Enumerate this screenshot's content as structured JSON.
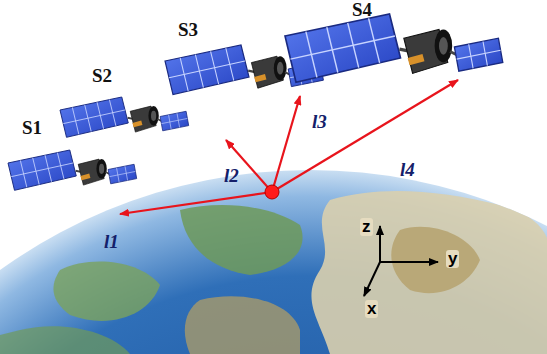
{
  "diagram": {
    "labels": [
      "S4",
      "S3",
      "S2",
      "S1",
      "l3",
      "l2",
      "l4",
      "l1",
      "z",
      "y",
      "x"
    ]
  }
}
